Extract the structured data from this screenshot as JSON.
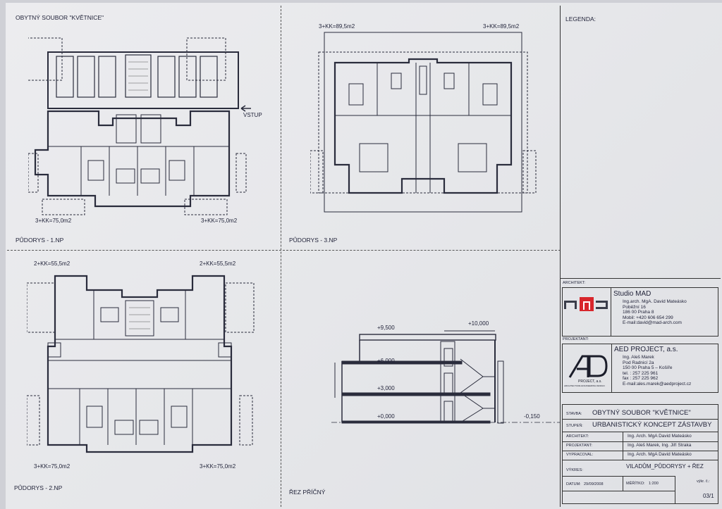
{
  "project_title": "OBYTNÝ SOUBOR \"KVĚTNICE\"",
  "legend_title": "LEGENDA:",
  "plans": {
    "np1": {
      "title": "PŮDORYS - 1.NP",
      "area_left": "3+KK=75,0m2",
      "area_right": "3+KK=75,0m2",
      "entrance": "VSTUP"
    },
    "np2": {
      "title": "PŮDORYS - 2.NP",
      "area_top_left": "2+KK=55,5m2",
      "area_top_right": "2+KK=55,5m2",
      "area_bottom_left": "3+KK=75,0m2",
      "area_bottom_right": "3+KK=75,0m2"
    },
    "np3": {
      "title": "PŮDORYS - 3.NP",
      "area_left": "3+KK=89,5m2",
      "area_right": "3+KK=89,5m2"
    },
    "section": {
      "title": "ŘEZ PŘÍČNÝ",
      "levels": [
        "+9,500",
        "+10,000",
        "+6,000",
        "+3,000",
        "+0,000",
        "-0,150"
      ]
    }
  },
  "architect": {
    "label": "ARCHITEKT:",
    "logo": "MAD",
    "name": "Studio MAD",
    "lines": [
      "Ing.arch. MgA. David Mateásko",
      "Poběžní 16",
      "186 00  Praha 8",
      "Mobil: +420 606 654 299",
      "E-mail:david@mad-arch.com"
    ]
  },
  "designer": {
    "label": "PROJEKTANT:",
    "logo": "AED PROJECT, a.s. ARCHITECTURE ENGINEERING DESIGN",
    "name": "AED PROJECT, a.s.",
    "lines": [
      "Ing. Aleš  Marek",
      "Pod Radnicí 2a",
      "150 00  Praha 5 – Košíře",
      "tel. : 257 225 961",
      "fax : 257 225 962",
      "E-mail:ales.marek@aedproject.cz"
    ]
  },
  "title_block": {
    "stavba_label": "STAVBA:",
    "stavba": "OBYTNÝ SOUBOR \"KVĚTNICE\"",
    "stupen_label": "STUPEŇ:",
    "stupen": "URBANISTICKÝ KONCEPT ZÁSTAVBY",
    "architekt_label": "ARCHITEKT:",
    "architekt": "Ing. Arch. MgA David Mateásko",
    "projektant_label": "PROJEKTANT:",
    "projektant": "Ing. Aleš Marek, Ing. Jiří Straka",
    "vypracoval_label": "VYPRACOVAL:",
    "vypracoval": "Ing. Arch. MgA David Mateásko",
    "vykres_label": "VÝKRES:",
    "vykres": "VILADŮM_PŮDORYSY + ŘEZ",
    "datum_label": "DATUM:",
    "datum": "29/09/2008",
    "meritko_label": "MĚŘÍTKO:",
    "meritko": "1:200",
    "cislo_label": "výkr. č.:",
    "cislo": "03/1"
  },
  "colors": {
    "mad_red": "#d8262c",
    "mad_gray": "#3a3d4a",
    "ink": "#22243a"
  }
}
